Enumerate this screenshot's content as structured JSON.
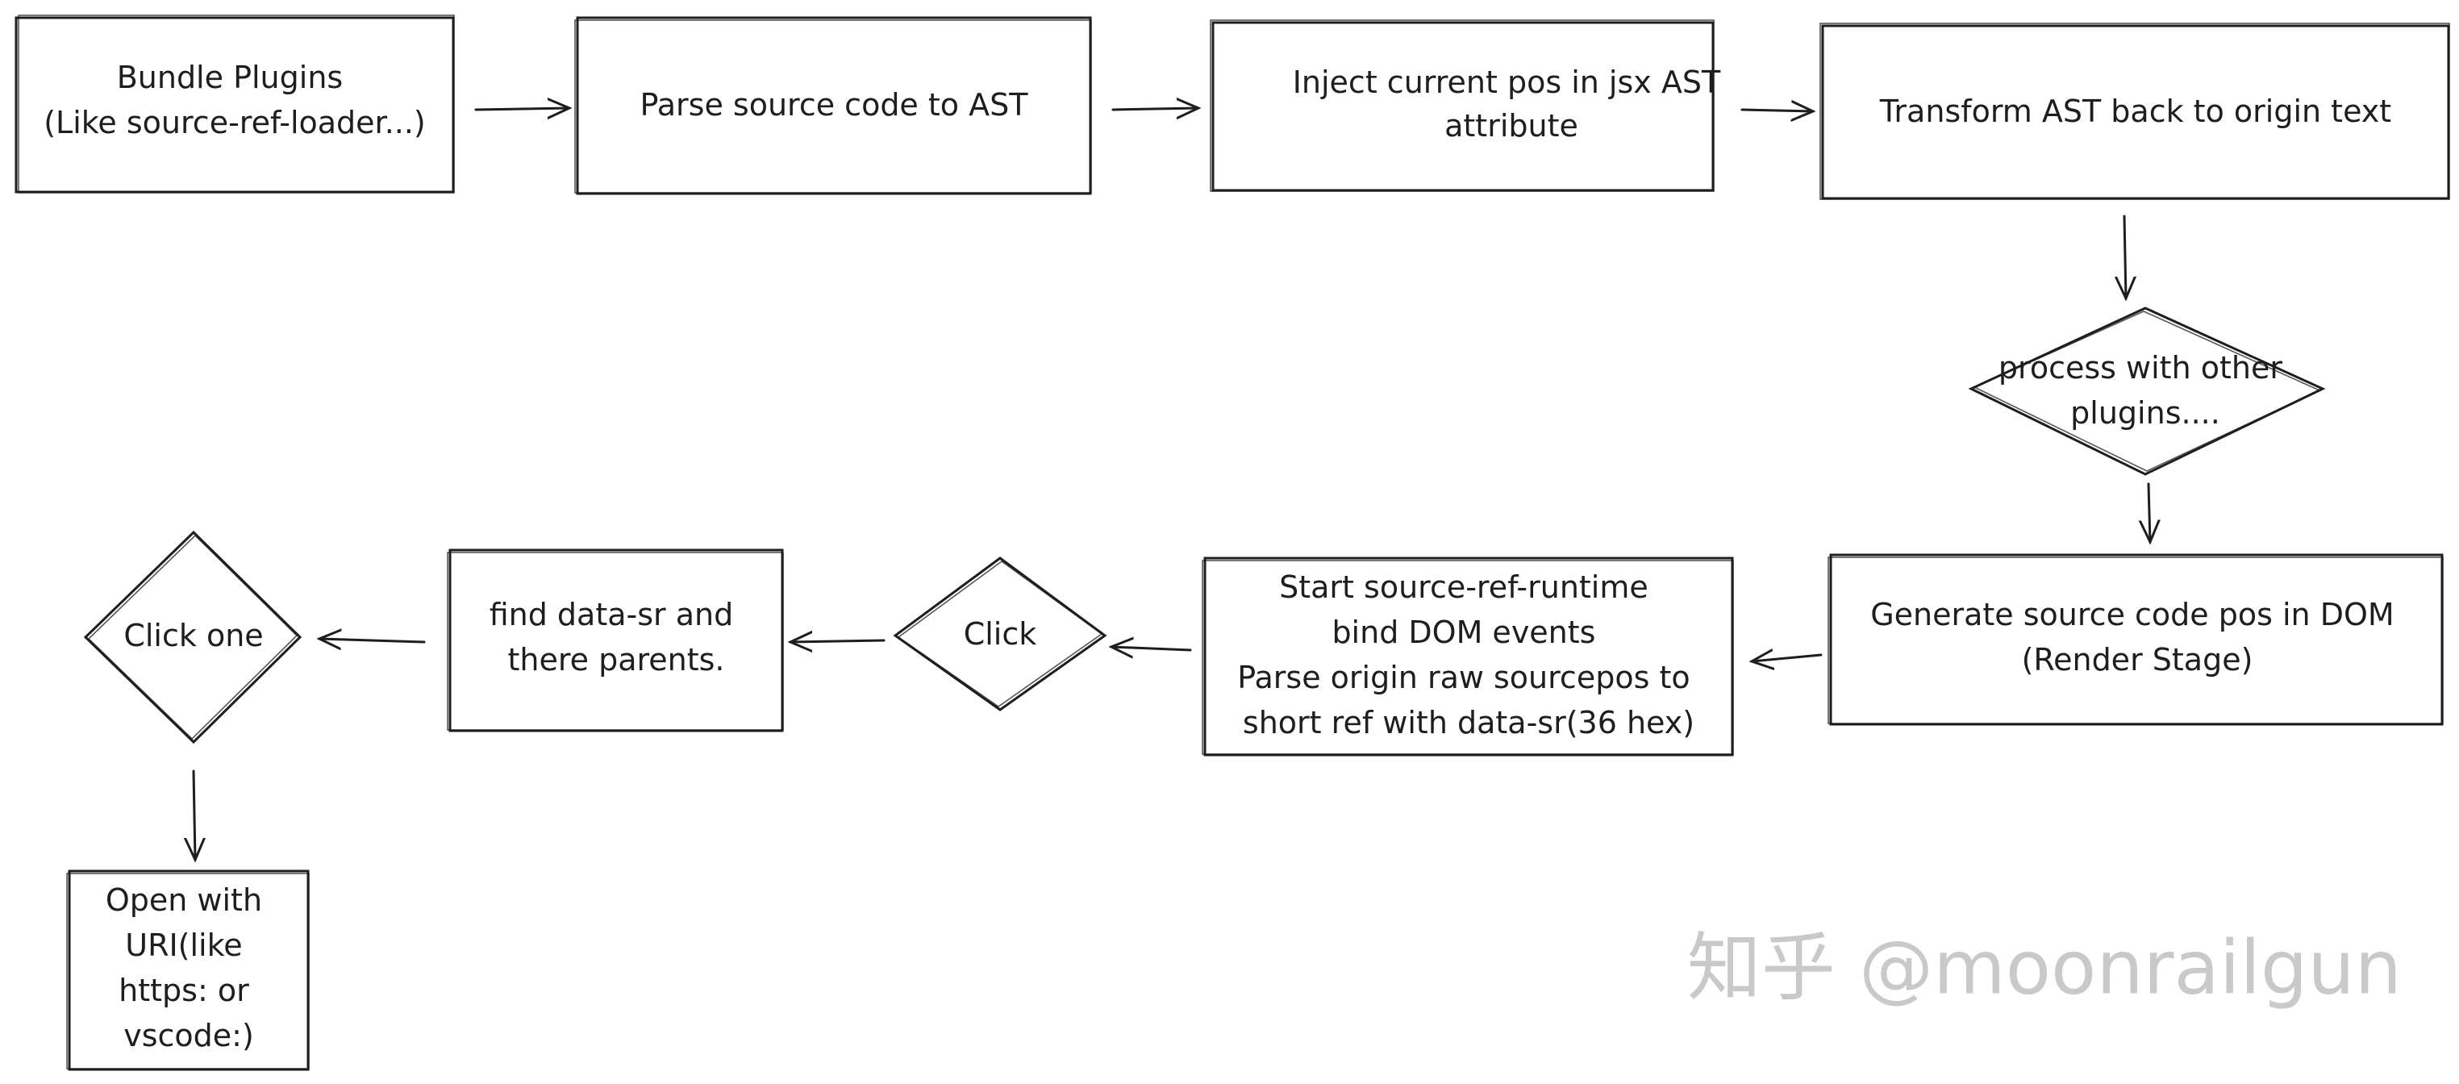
{
  "nodes": {
    "bundle_plugins": [
      "Bundle Plugins",
      "(Like source-ref-loader...)"
    ],
    "parse_source": [
      "Parse source code to AST"
    ],
    "inject_pos": [
      "Inject current pos in jsx AST",
      "attribute"
    ],
    "transform_ast": [
      "Transform AST back to origin text"
    ],
    "process_plugins": [
      "process with other",
      "plugins...."
    ],
    "generate_pos": [
      "Generate source code pos in DOM",
      "(Render Stage)"
    ],
    "start_runtime": [
      "Start source-ref-runtime",
      "bind DOM events",
      "Parse origin raw sourcepos to",
      "short ref with data-sr(36 hex)"
    ],
    "click": [
      "Click"
    ],
    "find_data_sr": [
      "find data-sr and",
      "there parents."
    ],
    "click_one": [
      "Click one"
    ],
    "open_uri": [
      "Open with",
      "URI(like",
      "https: or",
      "vscode:)"
    ]
  },
  "watermark": "知乎 @moonrailgun"
}
